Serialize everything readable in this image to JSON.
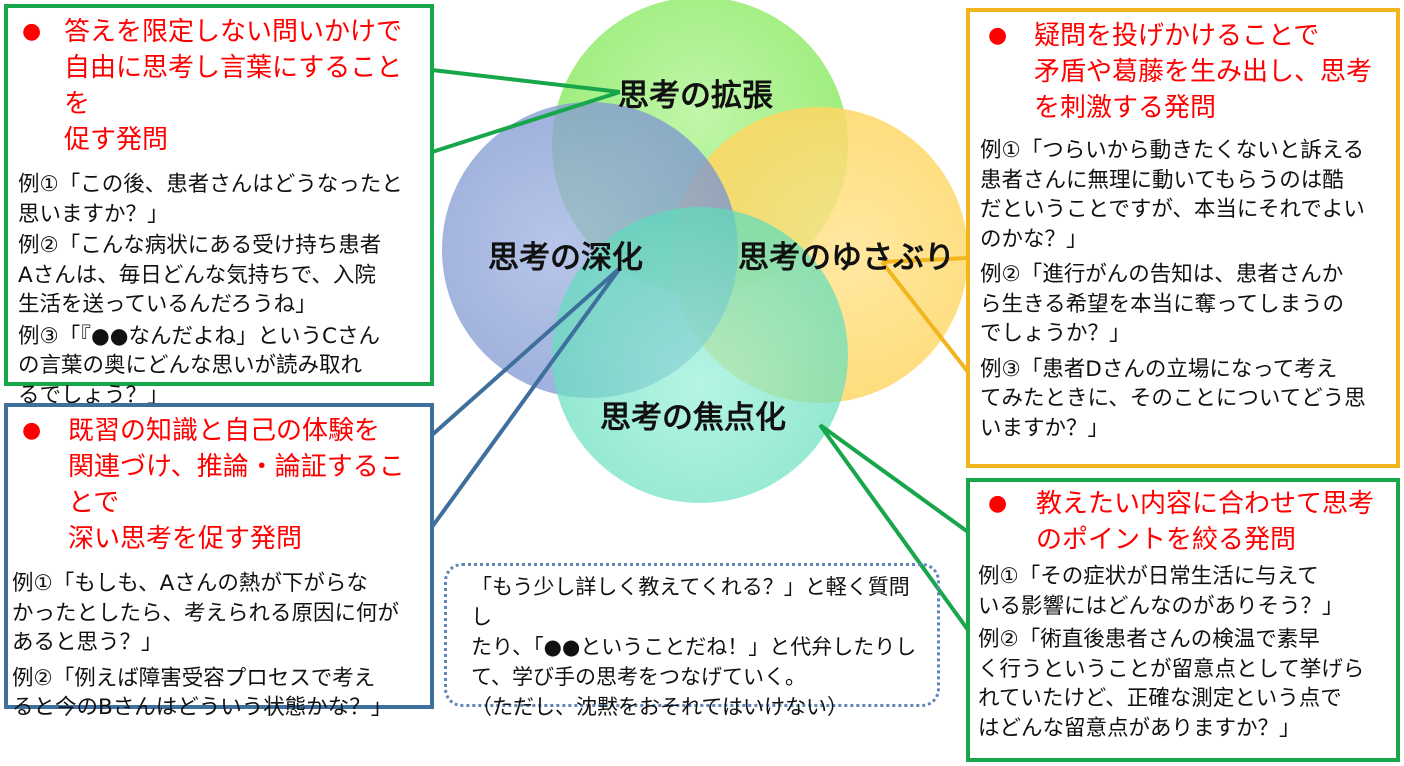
{
  "colors": {
    "green_border": "#17a64a",
    "blue_border": "#3f6f9c",
    "yellow_border": "#f2b51e",
    "heading_red": "#ff0000",
    "circle_top": "#86e85c",
    "circle_left": "#7c95cf",
    "circle_right": "#ffd45c",
    "circle_bottom": "#5ddbb9"
  },
  "circles": {
    "top": "思考の拡張",
    "left": "思考の深化",
    "right": "思考のゆさぶり",
    "bottom": "思考の焦点化"
  },
  "boxes": {
    "expand": {
      "bullet": "●",
      "heading": "答えを限定しない問いかけで\n自由に思考し言葉にすることを\n促す発問",
      "examples": [
        "例①「この後、患者さんはどうなったと\n思いますか？」",
        "例②「こんな病状にある受け持ち患者\nAさんは、毎日どんな気持ちで、入院\n生活を送っているんだろうね」",
        "例③「『●●なんだよね」というCさん\nの言葉の奥にどんな思いが読み取れ\nるでしょう？」"
      ]
    },
    "deepen": {
      "bullet": "●",
      "heading": "既習の知識と自己の体験を\n関連づけ、推論・論証することで\n深い思考を促す発問",
      "examples": [
        "例①「もしも、Aさんの熱が下がらな\nかったとしたら、考えられる原因に何が\nあると思う？」",
        "例②「例えば障害受容プロセスで考え\nると今のBさんはどういう状態かな？」"
      ]
    },
    "shake": {
      "bullet": "●",
      "heading": "疑問を投げかけることで\n矛盾や葛藤を生み出し、思考\nを刺激する発問",
      "examples": [
        "例①「つらいから動きたくないと訴える\n患者さんに無理に動いてもらうのは酷\nだということですが、本当にそれでよい\nのかな？」",
        "例②「進行がんの告知は、患者さんか\nら生きる希望を本当に奪ってしまうの\nでしょうか？」",
        "例③「患者Dさんの立場になって考え\nてみたときに、そのことについてどう思\nいますか？」"
      ]
    },
    "focus": {
      "bullet": "●",
      "heading": "教えたい内容に合わせて思考\nのポイントを絞る発問",
      "examples": [
        "例①「その症状が日常生活に与えて\nいる影響にはどんなのがありそう？」",
        "例②「術直後患者さんの検温で素早\nく行うということが留意点として挙げら\nれていたけど、正確な測定という点で\nはどんな留意点がありますか？」"
      ]
    }
  },
  "note": "「もう少し詳しく教えてくれる？」と軽く質問し\nたり、「●●ということだね！」と代弁したりし\nて、学び手の思考をつなげていく。\n（ただし、沈黙をおそれてはいけない）"
}
